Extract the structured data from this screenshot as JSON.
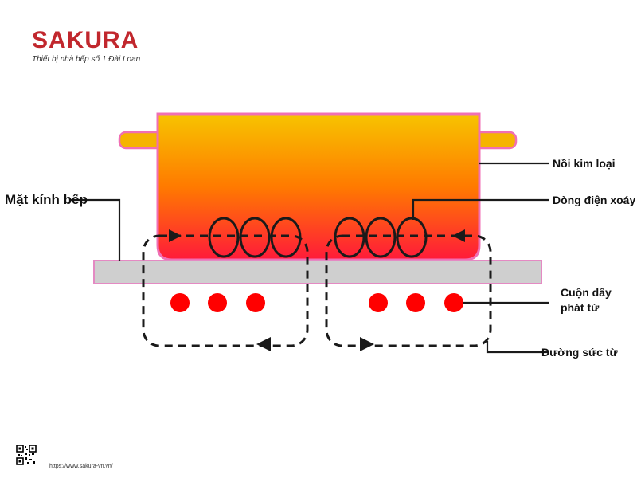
{
  "brand": {
    "name": "SAKURA",
    "tagline": "Thiết bị nhà bếp số 1 Đài Loan"
  },
  "labels": {
    "pot": "Nồi kim loại",
    "eddy_current": "Dòng điện xoáy",
    "glass": "Mặt kính bếp",
    "coil_line1": "Cuộn dây",
    "coil_line2": "phát từ",
    "field_lines": "Đường sức từ"
  },
  "footer": {
    "url": "https://www.sakura-vn.vn/"
  },
  "colors": {
    "brand": "#c1272d",
    "pot_top": "#f7c400",
    "pot_bottom": "#ff1a3a",
    "pot_outline": "#f06fb4",
    "glass": "#cfcfcf",
    "coil": "#ff0000"
  }
}
